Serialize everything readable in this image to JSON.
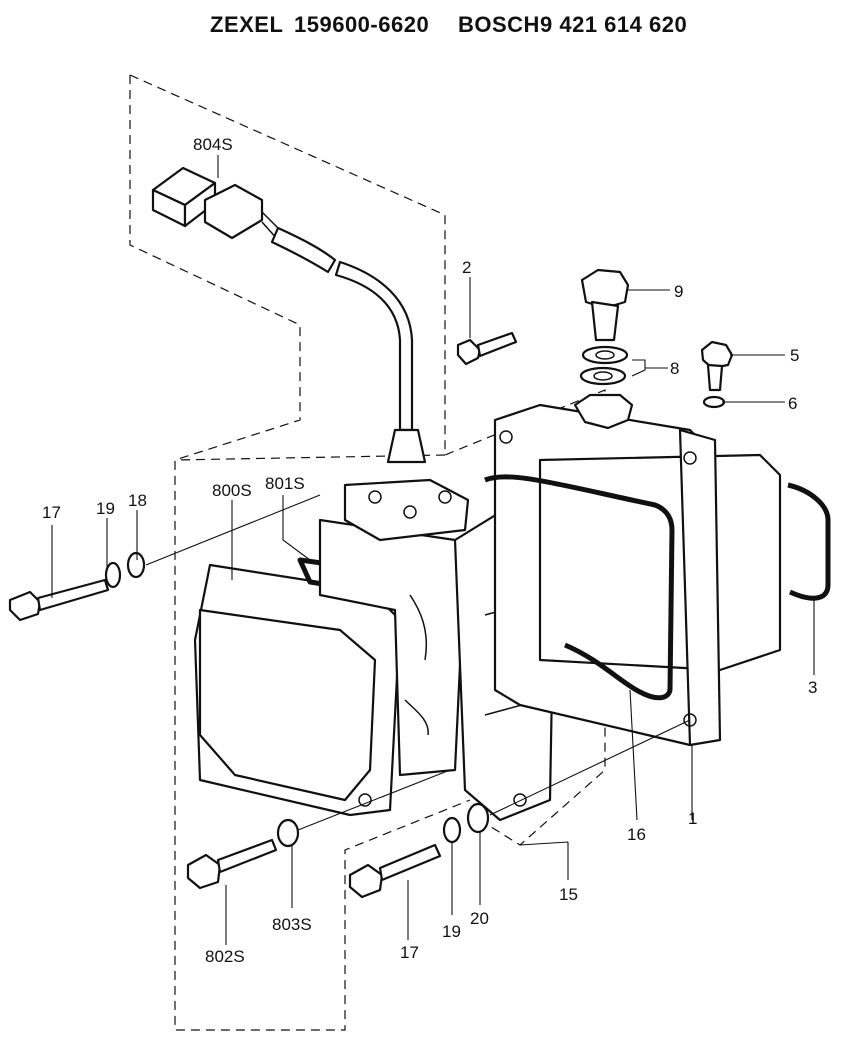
{
  "header": {
    "brand1": "ZEXEL",
    "part1": "159600-6620",
    "brand2": "BOSCH",
    "part2": "9 421 614 620"
  },
  "callouts": {
    "c804S": "804S",
    "c2": "2",
    "c9": "9",
    "c5": "5",
    "c8": "8",
    "c6": "6",
    "c17a": "17",
    "c19a": "19",
    "c18": "18",
    "c800S": "800S",
    "c801S": "801S",
    "c3": "3",
    "c16": "16",
    "c1": "1",
    "c15": "15",
    "c802S": "802S",
    "c803S": "803S",
    "c17b": "17",
    "c19b": "19",
    "c20": "20"
  }
}
